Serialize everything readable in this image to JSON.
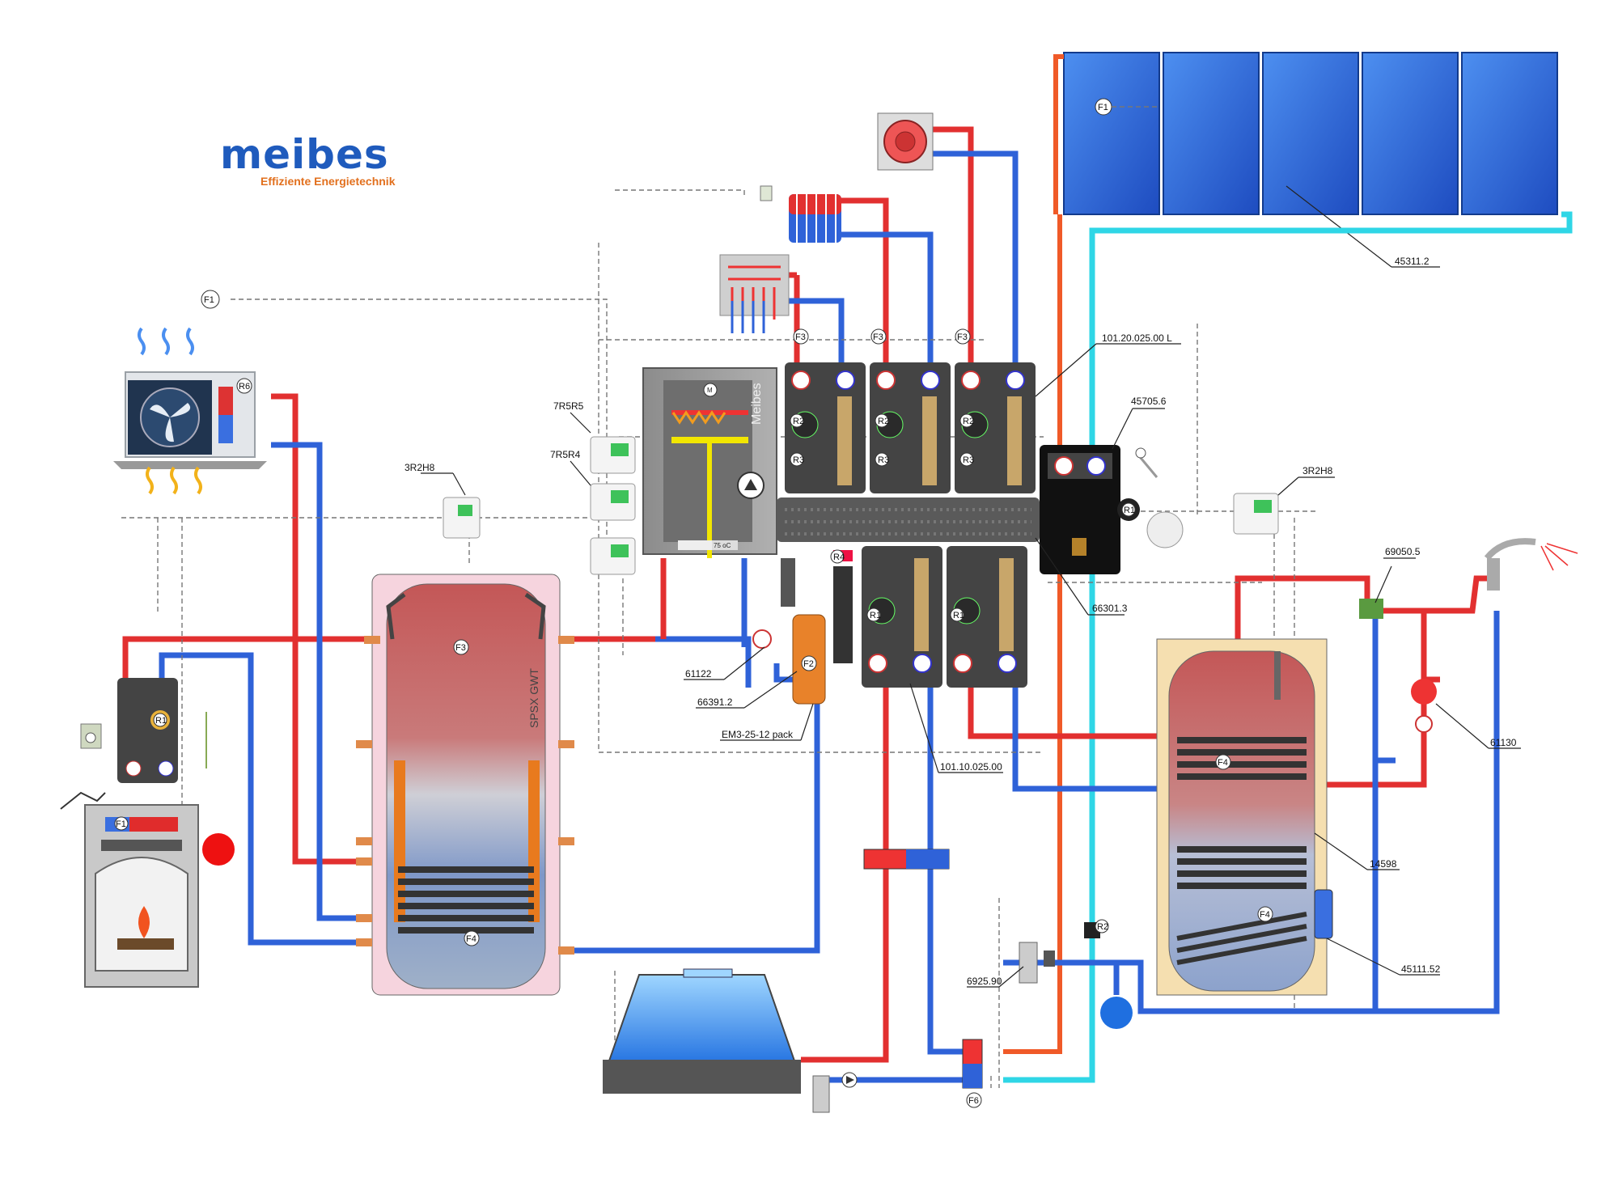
{
  "brand": {
    "name": "meibes",
    "tagline": "Effiziente Energietechnik"
  },
  "refs": {
    "collector": "45311.2",
    "manifold_line": "101.20.025.00 L",
    "solar_station": "45705.6",
    "controller_right": "3R2H8",
    "controller_left": "3R2H8",
    "ctrl_a": "7R5R5",
    "ctrl_b": "7R5R4",
    "manifold": "66301.3",
    "thermometer": "61122",
    "hydraulic_separator": "66391.2",
    "em_pack": "EM3-25-12 pack",
    "mixer_group": "101.10.025.00",
    "mixing_valve": "69050.5",
    "circ_pump": "61130",
    "dhw_tank": "14598",
    "heat_exch": "45111.52",
    "safety_group": "6925.90"
  },
  "tags": {
    "f1_solar": "F1",
    "f1_left": "F1",
    "f1_boiler": "F1",
    "f3_a": "F3",
    "f3_b": "F3",
    "f3_c": "F3",
    "f3_tank": "F3",
    "f4_buffer": "F4",
    "f4_dhw_top": "F4",
    "f4_dhw_bottom": "F4",
    "f2": "F2",
    "f6": "F6",
    "r6": "R6",
    "r1_boiler": "R1",
    "r1_solar": "R1",
    "r1_a": "R1",
    "r1_b": "R1",
    "r2_a": "R2",
    "r2_b": "R2",
    "r2_c": "R2",
    "r2_dhw": "R2",
    "r3_a": "R3",
    "r3_b": "R3",
    "r3_c": "R3",
    "r4": "R4"
  },
  "labels": {
    "buffer_tank": "SPSX GWT",
    "gas_boiler": "Meibes",
    "boiler_temp": "75 oC",
    "motor": "M"
  },
  "colors": {
    "hot": "#e23030",
    "cold": "#2f62d8",
    "solar": "#2fd6e6",
    "boiler_flow": "#f05a28",
    "brand": "#1f5bbd"
  }
}
